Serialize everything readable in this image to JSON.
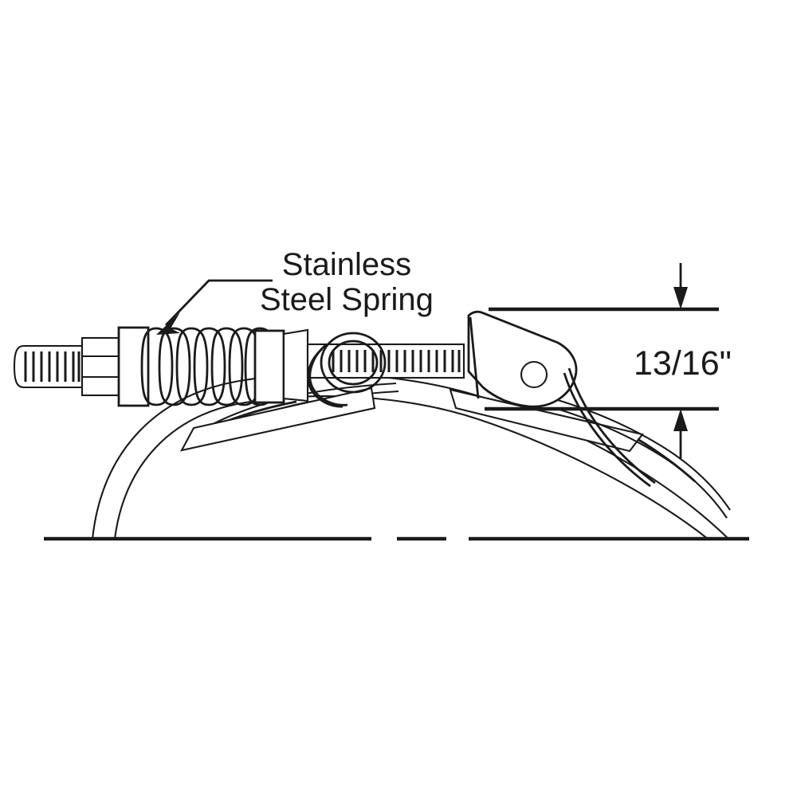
{
  "figure": {
    "type": "technical-line-drawing",
    "subject": "Spring-loaded T-bolt hose clamp cross-section",
    "background_color": "#ffffff",
    "line_color": "#1a1a1a",
    "annotations": {
      "spring_label": {
        "line1": "Stainless",
        "line2": "Steel Spring",
        "leader": "arrow pointing down-left to coil spring"
      },
      "dimension": {
        "value": "13/16\"",
        "style": "inside-arrows vertical dimension with two extension lines"
      }
    }
  },
  "parts": {
    "band_tail": {
      "name": "slotted band tail",
      "slot_count": 8
    },
    "hex_nut": {
      "name": "hex nut",
      "segments": 3
    },
    "washer_left": {
      "name": "washer block"
    },
    "spring": {
      "name": "stainless steel coil spring",
      "coil_count": 7
    },
    "washer_right": {
      "name": "washer block"
    },
    "spacer": {
      "name": "spacer block"
    },
    "trunnion": {
      "name": "trunnion loop",
      "loops": 2
    },
    "slotted_band": {
      "name": "slotted clamp band",
      "slot_count": 19
    },
    "bridge_bracket": {
      "name": "bridge bracket with pivot hole",
      "hole": "circular pivot hole"
    },
    "hose": {
      "name": "hose / pipe arc"
    },
    "ground_line": {
      "name": "ground reference line"
    }
  },
  "colors": {
    "stroke": "#1a1a1a",
    "fill": "#ffffff"
  }
}
